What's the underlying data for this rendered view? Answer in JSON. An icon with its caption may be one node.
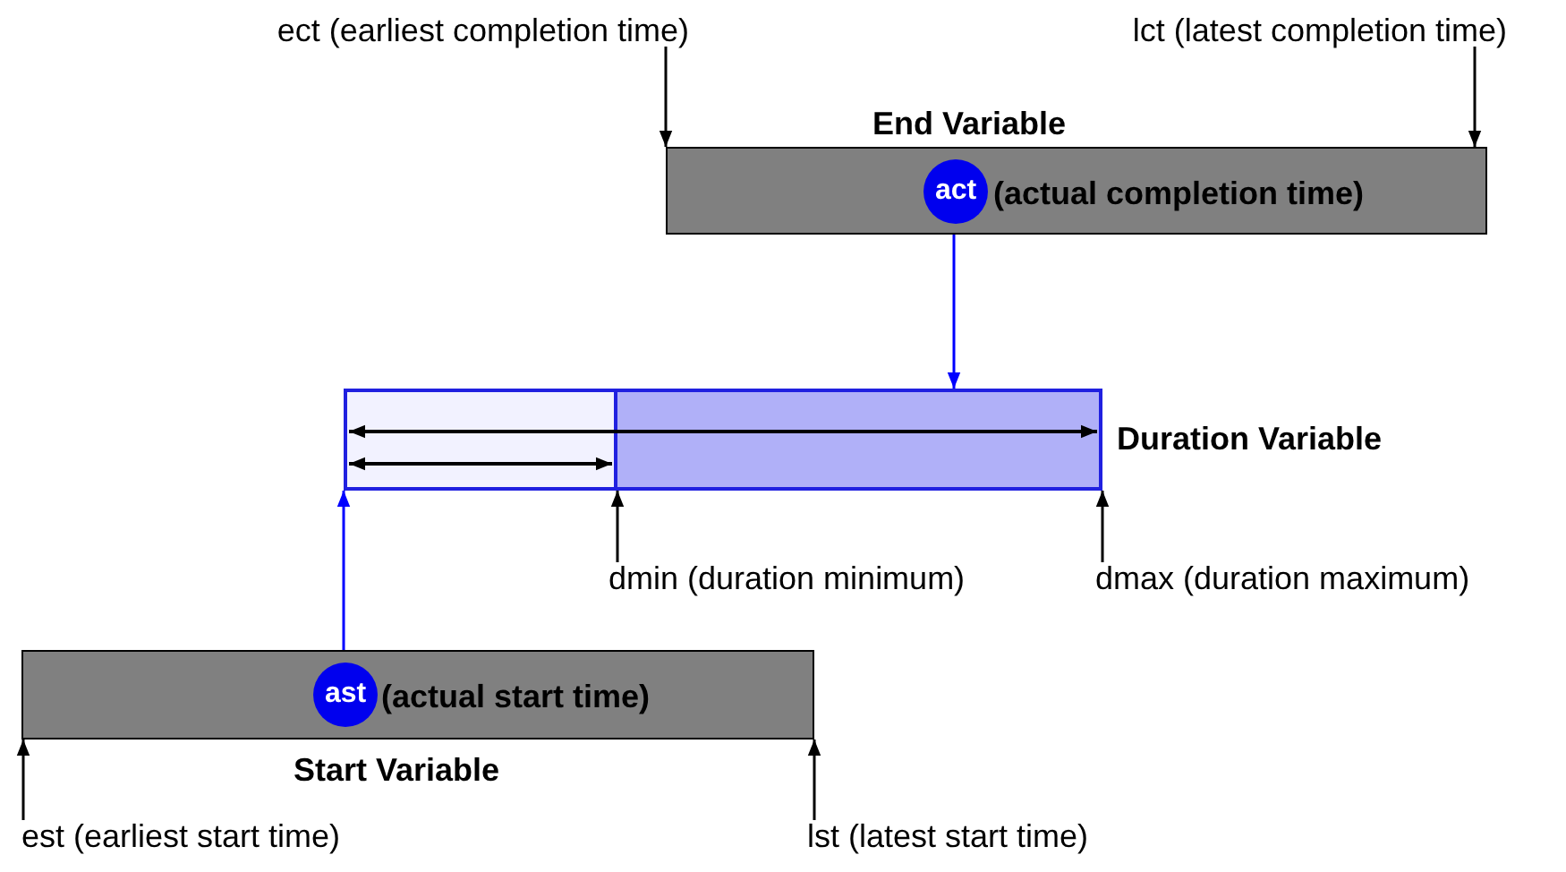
{
  "diagram": {
    "nodes": [
      {
        "text": [
          "ect (earliest completion time)"
        ]
      },
      {
        "text": [
          "lct (latest completion time)"
        ]
      },
      {
        "text": [
          "End Variable"
        ]
      },
      {
        "text": [
          "act"
        ],
        "in": 2,
        "beside": [
          "(actual completion time)"
        ]
      },
      {
        "text": [
          "Duration Variable"
        ]
      },
      {
        "text": [
          "dmin (duration minimum)"
        ]
      },
      {
        "text": [
          "dmax (duration maximum)"
        ]
      },
      {
        "text": [
          "Start Variable"
        ]
      },
      {
        "text": [
          "ast"
        ],
        "in": 7,
        "beside": [
          "(actual start time)"
        ]
      },
      {
        "text": [
          "est (earliest start time)"
        ]
      },
      {
        "text": [
          "lst (latest start time)"
        ]
      }
    ],
    "edges": [
      {
        "from": 0,
        "to": 2,
        "arrow": "to"
      },
      {
        "from": 1,
        "to": 2,
        "arrow": "to"
      },
      {
        "from": 3,
        "to": 4,
        "arrow": "to",
        "color": "#0000ff"
      },
      {
        "from": 8,
        "to": 4,
        "arrow": "to",
        "color": "#0000ff"
      },
      {
        "from": 5,
        "to": 4,
        "arrow": "to"
      },
      {
        "from": 6,
        "to": 4,
        "arrow": "to"
      },
      {
        "from": 9,
        "to": 7,
        "arrow": "to"
      },
      {
        "from": 10,
        "to": 7,
        "arrow": "to"
      }
    ]
  }
}
